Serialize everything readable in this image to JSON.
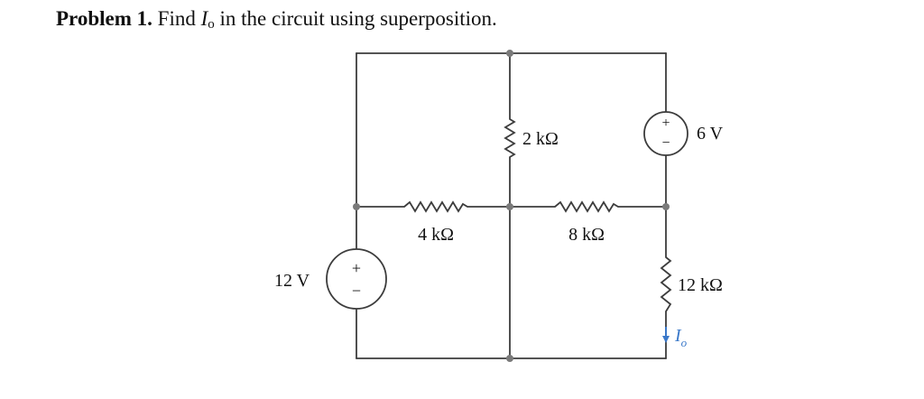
{
  "problem": {
    "number_label": "Problem 1.",
    "text_before": "Find ",
    "variable": "I",
    "subscript": "o",
    "text_after": " in the circuit using superposition."
  },
  "circuit": {
    "resistors": [
      {
        "id": "r-2k",
        "label": "2 kΩ"
      },
      {
        "id": "r-4k",
        "label": "4 kΩ"
      },
      {
        "id": "r-8k",
        "label": "8 kΩ"
      },
      {
        "id": "r-12k",
        "label": "12 kΩ"
      }
    ],
    "sources": [
      {
        "id": "v-12",
        "label": "12 V",
        "plus": "+",
        "minus": "−"
      },
      {
        "id": "v-6",
        "label": "6 V",
        "plus": "+",
        "minus": "−"
      }
    ],
    "current": {
      "symbol": "I",
      "subscript": "o"
    },
    "colors": {
      "wire": "#3c3c3c",
      "node": "#7a7a7a",
      "current_arrow": "#3a78c9"
    }
  }
}
